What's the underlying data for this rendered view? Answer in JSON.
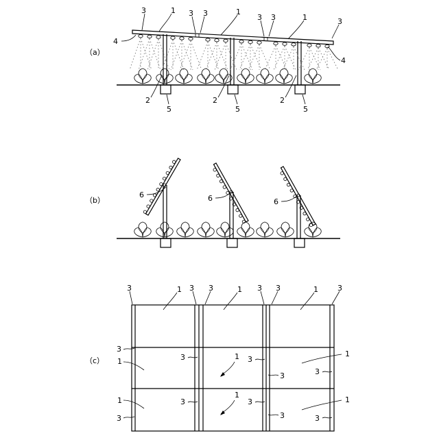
{
  "panels": [
    {
      "id": "a",
      "label": "（a）"
    },
    {
      "id": "b",
      "label": "（b）"
    },
    {
      "id": "c",
      "label": "（c）"
    }
  ],
  "ref_numerals": {
    "panel_module": "1",
    "pole": "2",
    "gap_seam": "3",
    "nozzle": "4",
    "foundation": "5",
    "hinge": "6"
  }
}
